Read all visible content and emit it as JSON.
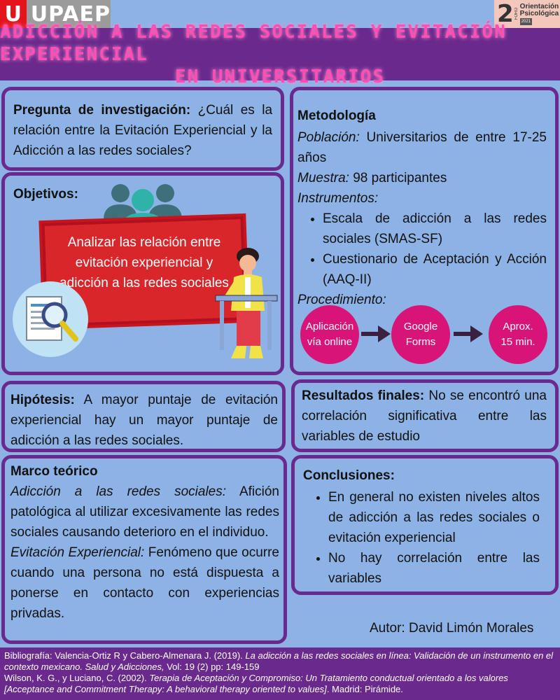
{
  "header": {
    "logo_mark": "U",
    "logo_text": "UPAEP",
    "foro_number": "2",
    "foro_side": "FORO",
    "foro_line1": "Orientación",
    "foro_line2": "Psicológica",
    "foro_year": "2021",
    "title_line1": "ADICCIÓN A LAS REDES SOCIALES Y EVITACIÓN EXPERIENCIAL",
    "title_line2": "EN UNIVERSITARIOS"
  },
  "pregunta": {
    "label": "Pregunta de investigación:",
    "text": " ¿Cuál es la relación entre la Evitación Experiencial y la Adicción a las redes sociales?"
  },
  "objetivos": {
    "label": "Objetivos:",
    "text": "Analizar las relación entre evitación experiencial y adicción a las redes sociales"
  },
  "metodologia": {
    "title": "Metodología",
    "poblacion_label": "Población:",
    "poblacion_text": " Universitarios de entre 17-25 años",
    "muestra_label": "Muestra:",
    "muestra_text": " 98 participantes",
    "instrumentos_label": "Instrumentos:",
    "instrumentos": [
      "Escala de adicción a las redes sociales (SMAS-SF)",
      "Cuestionario de Aceptación y Acción (AAQ-II)"
    ],
    "procedimiento_label": "Procedimiento:",
    "steps": [
      {
        "line1": "Aplicación",
        "line2": "vía online"
      },
      {
        "line1": "Google",
        "line2": "Forms"
      },
      {
        "line1": "Aprox.",
        "line2": "15 min."
      }
    ]
  },
  "hipotesis": {
    "label": "Hipótesis:",
    "text": " A mayor puntaje de evitación experiencial hay un mayor puntaje de adicción a las redes sociales."
  },
  "resultados": {
    "label": "Resultados finales:",
    "text": " No se encontró una correlación significativa entre las variables de estudio"
  },
  "marco": {
    "title": "Marco teórico",
    "term1": "Adicción a las redes sociales:",
    "def1": " Afición patológica al utilizar excesivamente las redes sociales causando deterioro en el individuo.",
    "term2": "Evitación Experiencial:",
    "def2": " Fenómeno que ocurre cuando una persona no está dispuesta a ponerse en contacto con experiencias privadas."
  },
  "conclusiones": {
    "title": "Conclusiones:",
    "items": [
      "En general no existen niveles altos de adicción a las redes sociales o evitación experiencial",
      "No hay correlación entre  las variables"
    ]
  },
  "author": "Autor: David Limón Morales",
  "bibliografia": {
    "b1_prefix": "Bibliografía: Valencia-Ortiz R y Cabero-Almenara J. (2019). ",
    "b1_title": "La adicción a las redes sociales en línea: Validación de un instrumento en el contexto mexicano. Salud y Adicciones,",
    "b1_suffix": " Vol: 19 (2) pp: 149-159",
    "b2_prefix": "Wilson, K. G., y Luciano, C. (2002). ",
    "b2_title": "Terapia de Aceptación y Compromiso: Un Tratamiento conductual orientado a los valores [Acceptance and Commitment Therapy: A behavioral therapy oriented to values]",
    "b2_suffix": ". Madrid: Pirámide."
  },
  "colors": {
    "background": "#8db3e6",
    "border": "#6a2a8d",
    "accent_pink": "#d91478",
    "title_glow": "#ff4fb3",
    "logo_red": "#e3141b"
  }
}
